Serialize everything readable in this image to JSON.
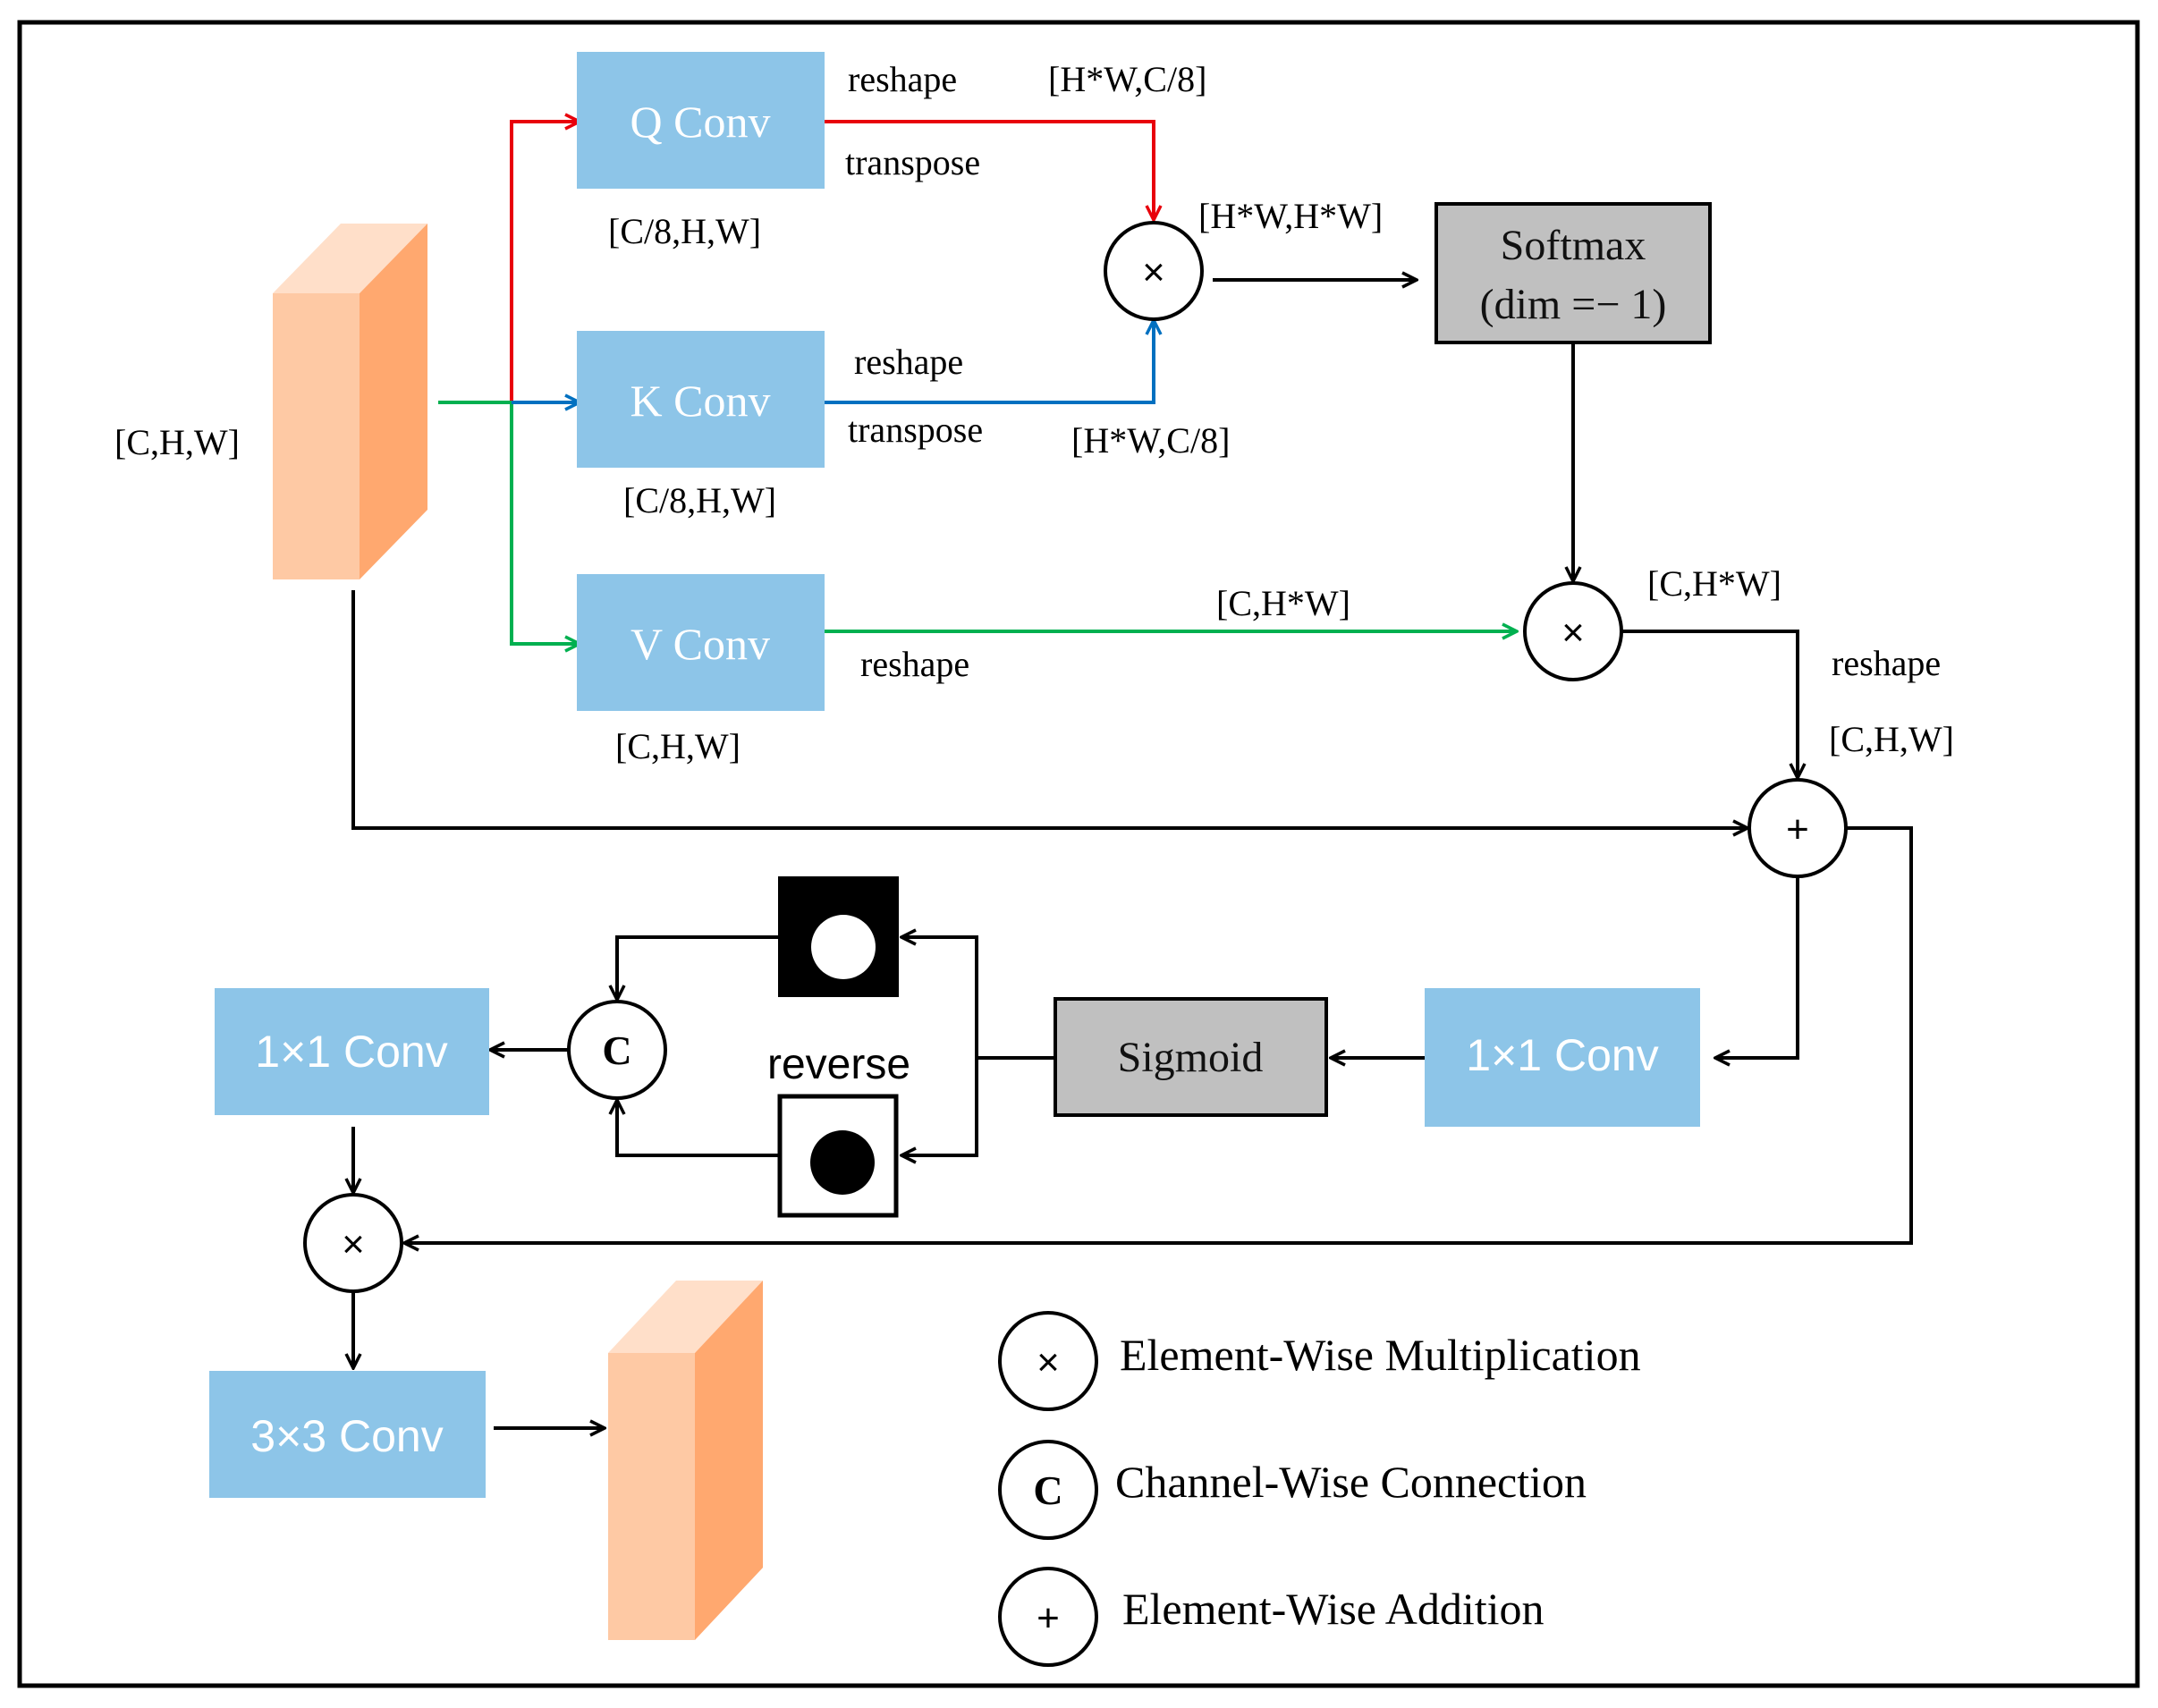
{
  "colors": {
    "conv_box": "#8DC5E8",
    "gray_box": "#C0C0C0",
    "q_arrow": "#E8000B",
    "k_arrow": "#0070C0",
    "v_arrow": "#00B050",
    "feature_front": "#FEC9A4",
    "feature_side": "#FFA86F",
    "feature_top": "#FFDFC9",
    "line": "#000000"
  },
  "blocks": {
    "q_conv": "Q Conv",
    "k_conv": "K Conv",
    "v_conv": "V Conv",
    "softmax_line1": "Softmax",
    "softmax_line2": "(dim =− 1)",
    "sigmoid": "Sigmoid",
    "conv1x1_right": "1×1 Conv",
    "conv1x1_left": "1×1 Conv",
    "conv3x3": "3×3 Conv"
  },
  "labels": {
    "input_shape": "[C,H,W]",
    "q_reshape": "reshape",
    "q_transpose": "transpose",
    "q_shape_out": "[H*W,C/8]",
    "q_shape_in": "[C/8,H,W]",
    "k_reshape": "reshape",
    "k_transpose": "transpose",
    "k_shape_out": "[H*W,C/8]",
    "k_shape_in": "[C/8,H,W]",
    "v_reshape": "reshape",
    "v_shape_out": "[C,H*W]",
    "v_shape_in": "[C,H,W]",
    "attn_shape": "[H*W,H*W]",
    "mult2_shape": "[C,H*W]",
    "reshape_right": "reshape",
    "add_shape": "[C,H,W]",
    "reverse": "reverse"
  },
  "operators": {
    "multiply": "×",
    "concat": "C",
    "add": "+"
  },
  "legend": [
    {
      "symbol": "×",
      "text": "Element-Wise Multiplication"
    },
    {
      "symbol": "C",
      "text": "Channel-Wise Connection"
    },
    {
      "symbol": "+",
      "text": "Element-Wise Addition"
    }
  ],
  "icons": {
    "white_circle_mask": "white-circle-on-black",
    "black_circle_mask": "black-circle-on-white"
  }
}
